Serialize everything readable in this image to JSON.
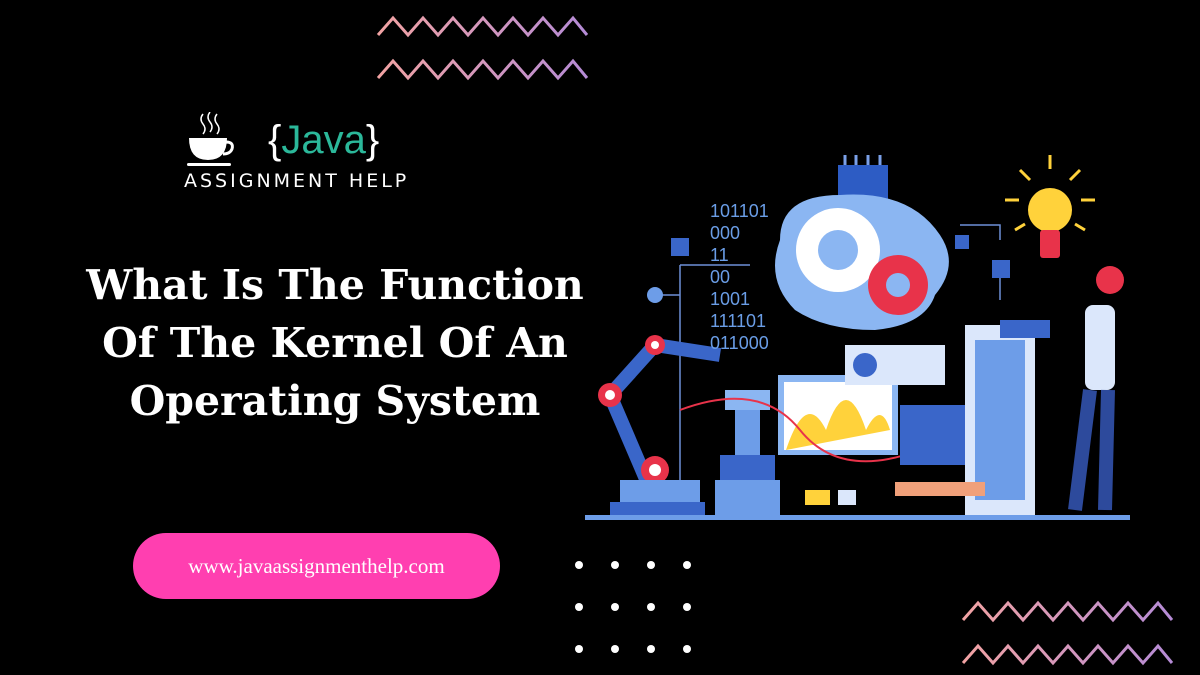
{
  "logo": {
    "brace_open": "{",
    "word": "Java",
    "brace_close": "}",
    "subtitle": "ASSIGNMENT HELP"
  },
  "title": {
    "line1": "What Is The Function",
    "line2": "Of The Kernel Of An",
    "line3": "Operating System"
  },
  "url_button": {
    "label": "www.javaassignmenthelp.com"
  },
  "illustration": {
    "binary": [
      "101101",
      "000",
      "11",
      "00",
      "1001",
      "111101",
      "011000"
    ]
  },
  "colors": {
    "background": "#000000",
    "accent_pink": "#ff3fb0",
    "java_green": "#2bb89a",
    "zigzag": "#f0a0a0"
  }
}
